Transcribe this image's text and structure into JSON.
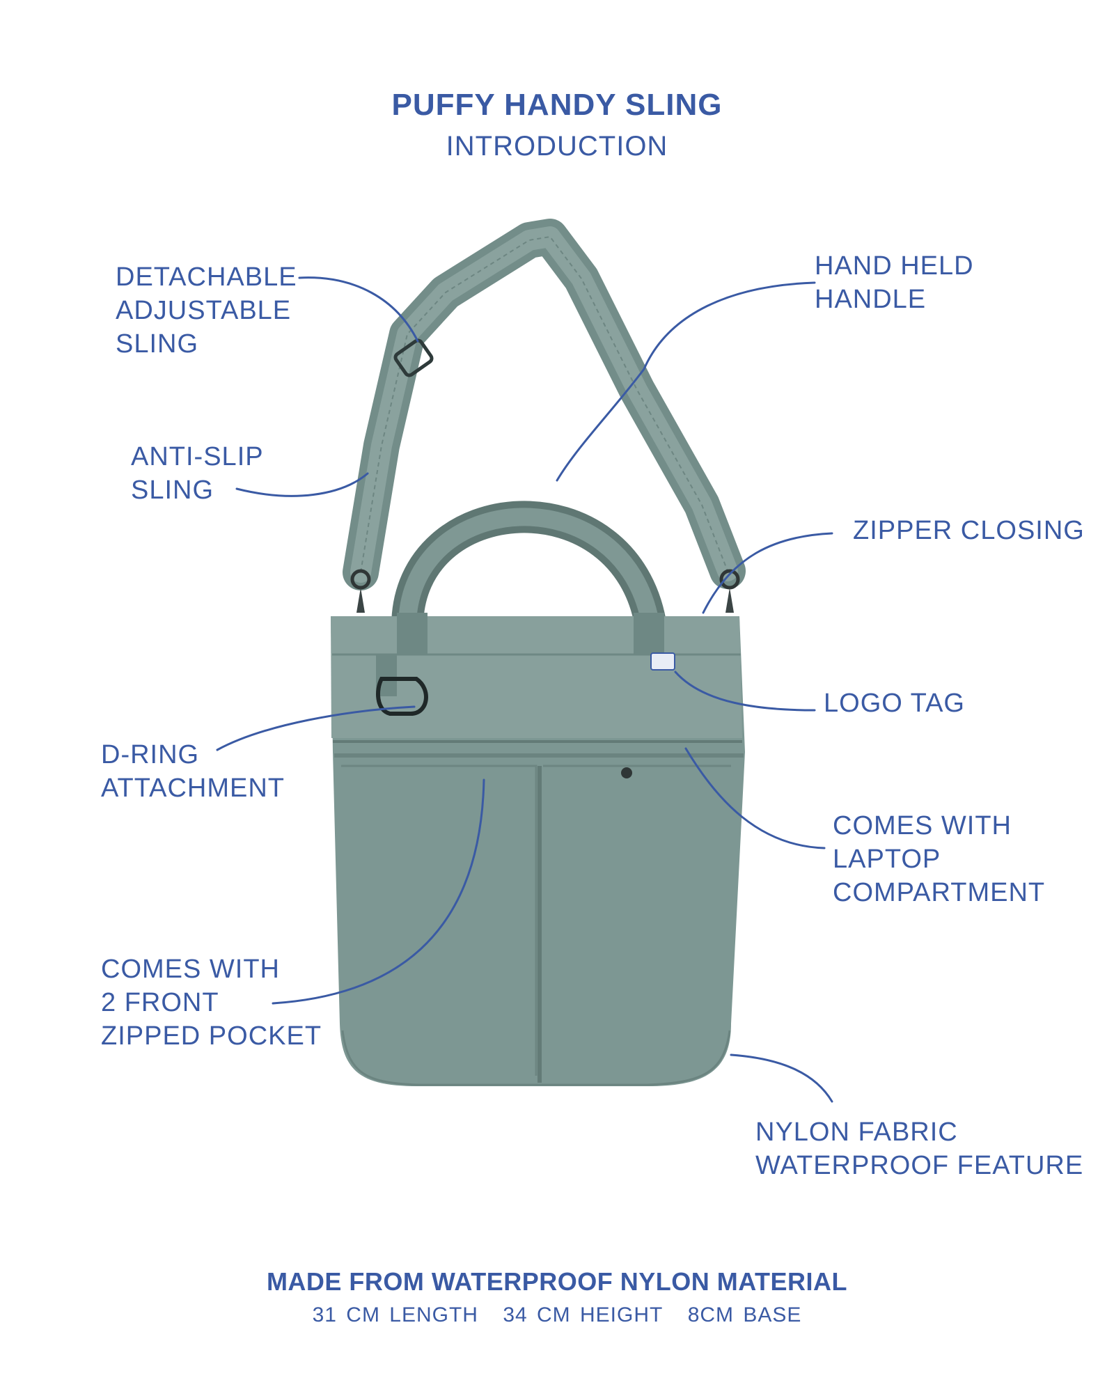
{
  "header": {
    "title": "PUFFY HANDY SLING",
    "subtitle": "INTRODUCTION"
  },
  "labels": {
    "detachable_sling": [
      "DETACHABLE",
      "ADJUSTABLE",
      "SLING"
    ],
    "anti_slip": [
      "ANTI-SLIP",
      "SLING"
    ],
    "d_ring": [
      "D-RING",
      "ATTACHMENT"
    ],
    "front_pocket": [
      "COMES WITH",
      "2 FRONT",
      "ZIPPED POCKET"
    ],
    "hand_handle": [
      "HAND HELD",
      "HANDLE"
    ],
    "zipper": [
      "ZIPPER CLOSING"
    ],
    "logo_tag": [
      "LOGO TAG"
    ],
    "laptop": [
      "COMES WITH",
      "LAPTOP",
      "COMPARTMENT"
    ],
    "nylon": [
      "NYLON FABRIC",
      "WATERPROOF FEATURE"
    ]
  },
  "footer": {
    "material": "MADE FROM WATERPROOF NYLON MATERIAL",
    "length": "31 CM LENGTH",
    "height": "34 CM HEIGHT",
    "base": "8CM BASE"
  },
  "colors": {
    "text": "#3a5aa4",
    "bag": "#7d9793",
    "bag_dark": "#627a76",
    "bag_light": "#93aba7"
  }
}
